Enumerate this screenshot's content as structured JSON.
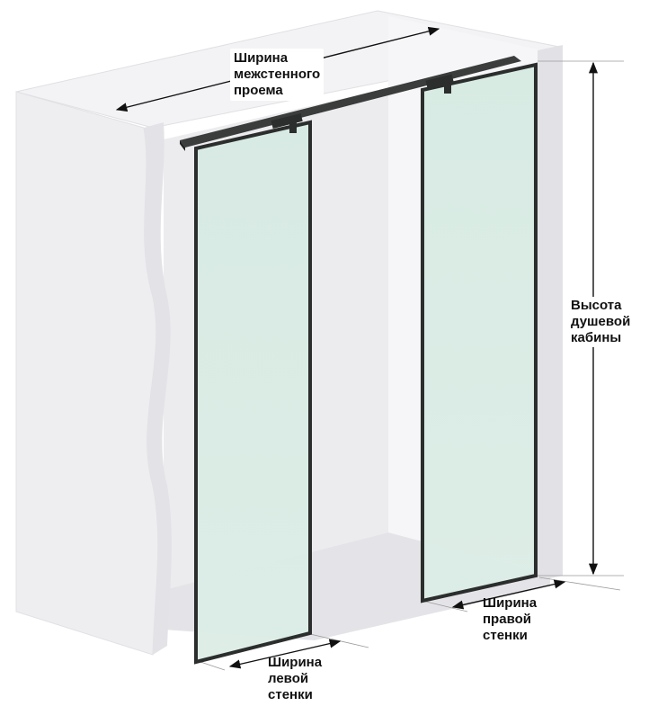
{
  "labels": {
    "opening_width": [
      "Ширина",
      "межстенного",
      "проема"
    ],
    "cabin_height": [
      "Высота",
      "душевой",
      "кабины"
    ],
    "right_wall_width": [
      "Ширина",
      "правой",
      "стенки"
    ],
    "left_wall_width": [
      "Ширина",
      "левой",
      "стенки"
    ]
  },
  "colors": {
    "wall_light": "#f2f2f4",
    "wall_mid": "#e7e7ea",
    "wall_dark": "#dcdce0",
    "glass": "#d9ebe4",
    "frame": "#2b2e2d",
    "dimension_line": "#111111"
  }
}
